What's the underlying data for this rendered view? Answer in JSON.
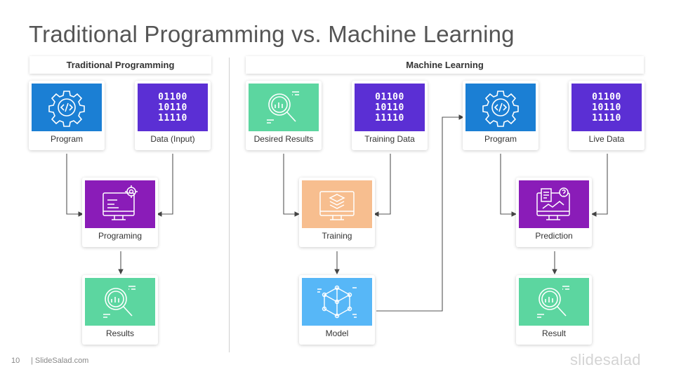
{
  "title": "Traditional Programming vs. Machine Learning",
  "sections": {
    "traditional": "Traditional Programming",
    "ml": "Machine Learning"
  },
  "traditional": {
    "program": "Program",
    "data_input": "Data (Input)",
    "programing": "Programing",
    "results": "Results"
  },
  "ml": {
    "desired_results": "Desired Results",
    "training_data": "Training Data",
    "program": "Program",
    "live_data": "Live Data",
    "training": "Training",
    "prediction": "Prediction",
    "model": "Model",
    "result": "Result"
  },
  "binary_text": "01100\n10110\n11110",
  "footer": {
    "page_number": "10",
    "brand": "| SlideSalad.com",
    "logo": "slidesalad"
  },
  "colors": {
    "blue": "#1B7FD4",
    "indigo": "#5B2FD4",
    "purple": "#8A1CB8",
    "green": "#5CD6A0",
    "peach": "#F7BE8F",
    "sky": "#57B7F7"
  },
  "icons": {
    "program": "gear-code-icon",
    "data": "binary-code-icon",
    "programing": "monitor-gear-icon",
    "results": "magnifier-chart-icon",
    "training": "monitor-layers-icon",
    "model": "network-cube-icon",
    "prediction": "monitor-question-icon"
  }
}
